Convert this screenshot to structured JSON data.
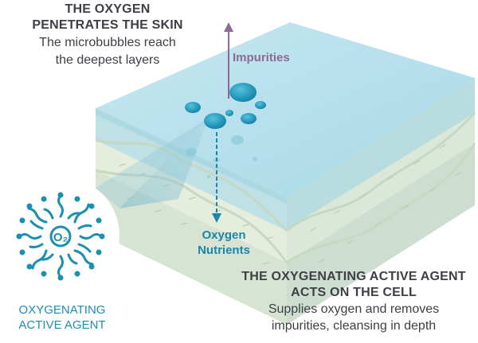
{
  "top_heading": {
    "title_lines": [
      "THE OXYGEN",
      "PENETRATES THE SKIN"
    ],
    "subtitle_lines": [
      "The microbubbles reach",
      "the deepest layers"
    ]
  },
  "bottom_heading": {
    "title_lines": [
      "THE OXYGENATING ACTIVE AGENT",
      "ACTS ON THE CELL"
    ],
    "subtitle_lines": [
      "Supplies oxygen and removes",
      "impurities, cleansing in depth"
    ]
  },
  "arrows": {
    "up_label": "Impurities",
    "down_label_lines": [
      "Oxygen",
      "Nutrients"
    ]
  },
  "agent": {
    "symbol": "O₂",
    "label_lines": [
      "OXYGENATING",
      "ACTIVE AGENT"
    ]
  },
  "colors": {
    "skin_surface": "#bfe3ee",
    "skin_front": "#a9d7e5",
    "bubble": "#1b9cc0",
    "impurities_arrow": "#8b6b93",
    "oxygen_arrow": "#1d86a8",
    "text_dark": "#3d3f44",
    "agent_teal": "#1d8fb1"
  },
  "icons": [
    "up-arrow-icon",
    "down-dashed-arrow-icon",
    "bubble-icon",
    "o2-molecule-icon"
  ]
}
